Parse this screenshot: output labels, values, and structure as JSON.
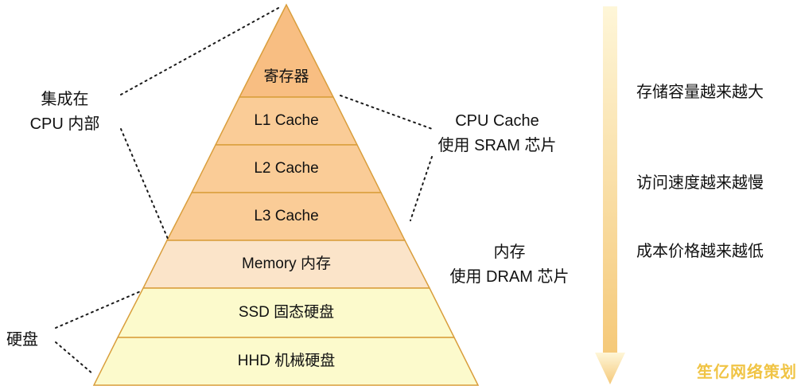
{
  "colors": {
    "level_fills": [
      "#F8BE82",
      "#FACC97",
      "#FACC97",
      "#FACC97",
      "#FBE4C9",
      "#FCFACC",
      "#FCFACC"
    ],
    "level_stroke": "#D99E3C",
    "arrow_top": "#FEF6D8",
    "arrow_bottom": "#F5C979",
    "watermark_color": "#F0C445"
  },
  "pyramid": {
    "levels": [
      {
        "label": "寄存器"
      },
      {
        "label": "L1 Cache"
      },
      {
        "label": "L2 Cache"
      },
      {
        "label": "L3 Cache"
      },
      {
        "label": "Memory 内存"
      },
      {
        "label": "SSD 固态硬盘"
      },
      {
        "label": "HHD 机械硬盘"
      }
    ]
  },
  "annotations": {
    "cpu_internal": "集成在\nCPU 内部",
    "cpu_cache": "CPU Cache\n使用 SRAM 芯片",
    "memory_dram": "内存\n使用 DRAM 芯片",
    "hard_disk": "硬盘"
  },
  "axis_labels": {
    "capacity": "存储容量越来越大",
    "speed": "访问速度越来越慢",
    "cost": "成本价格越来越低"
  },
  "watermark": "笙亿网络策划"
}
